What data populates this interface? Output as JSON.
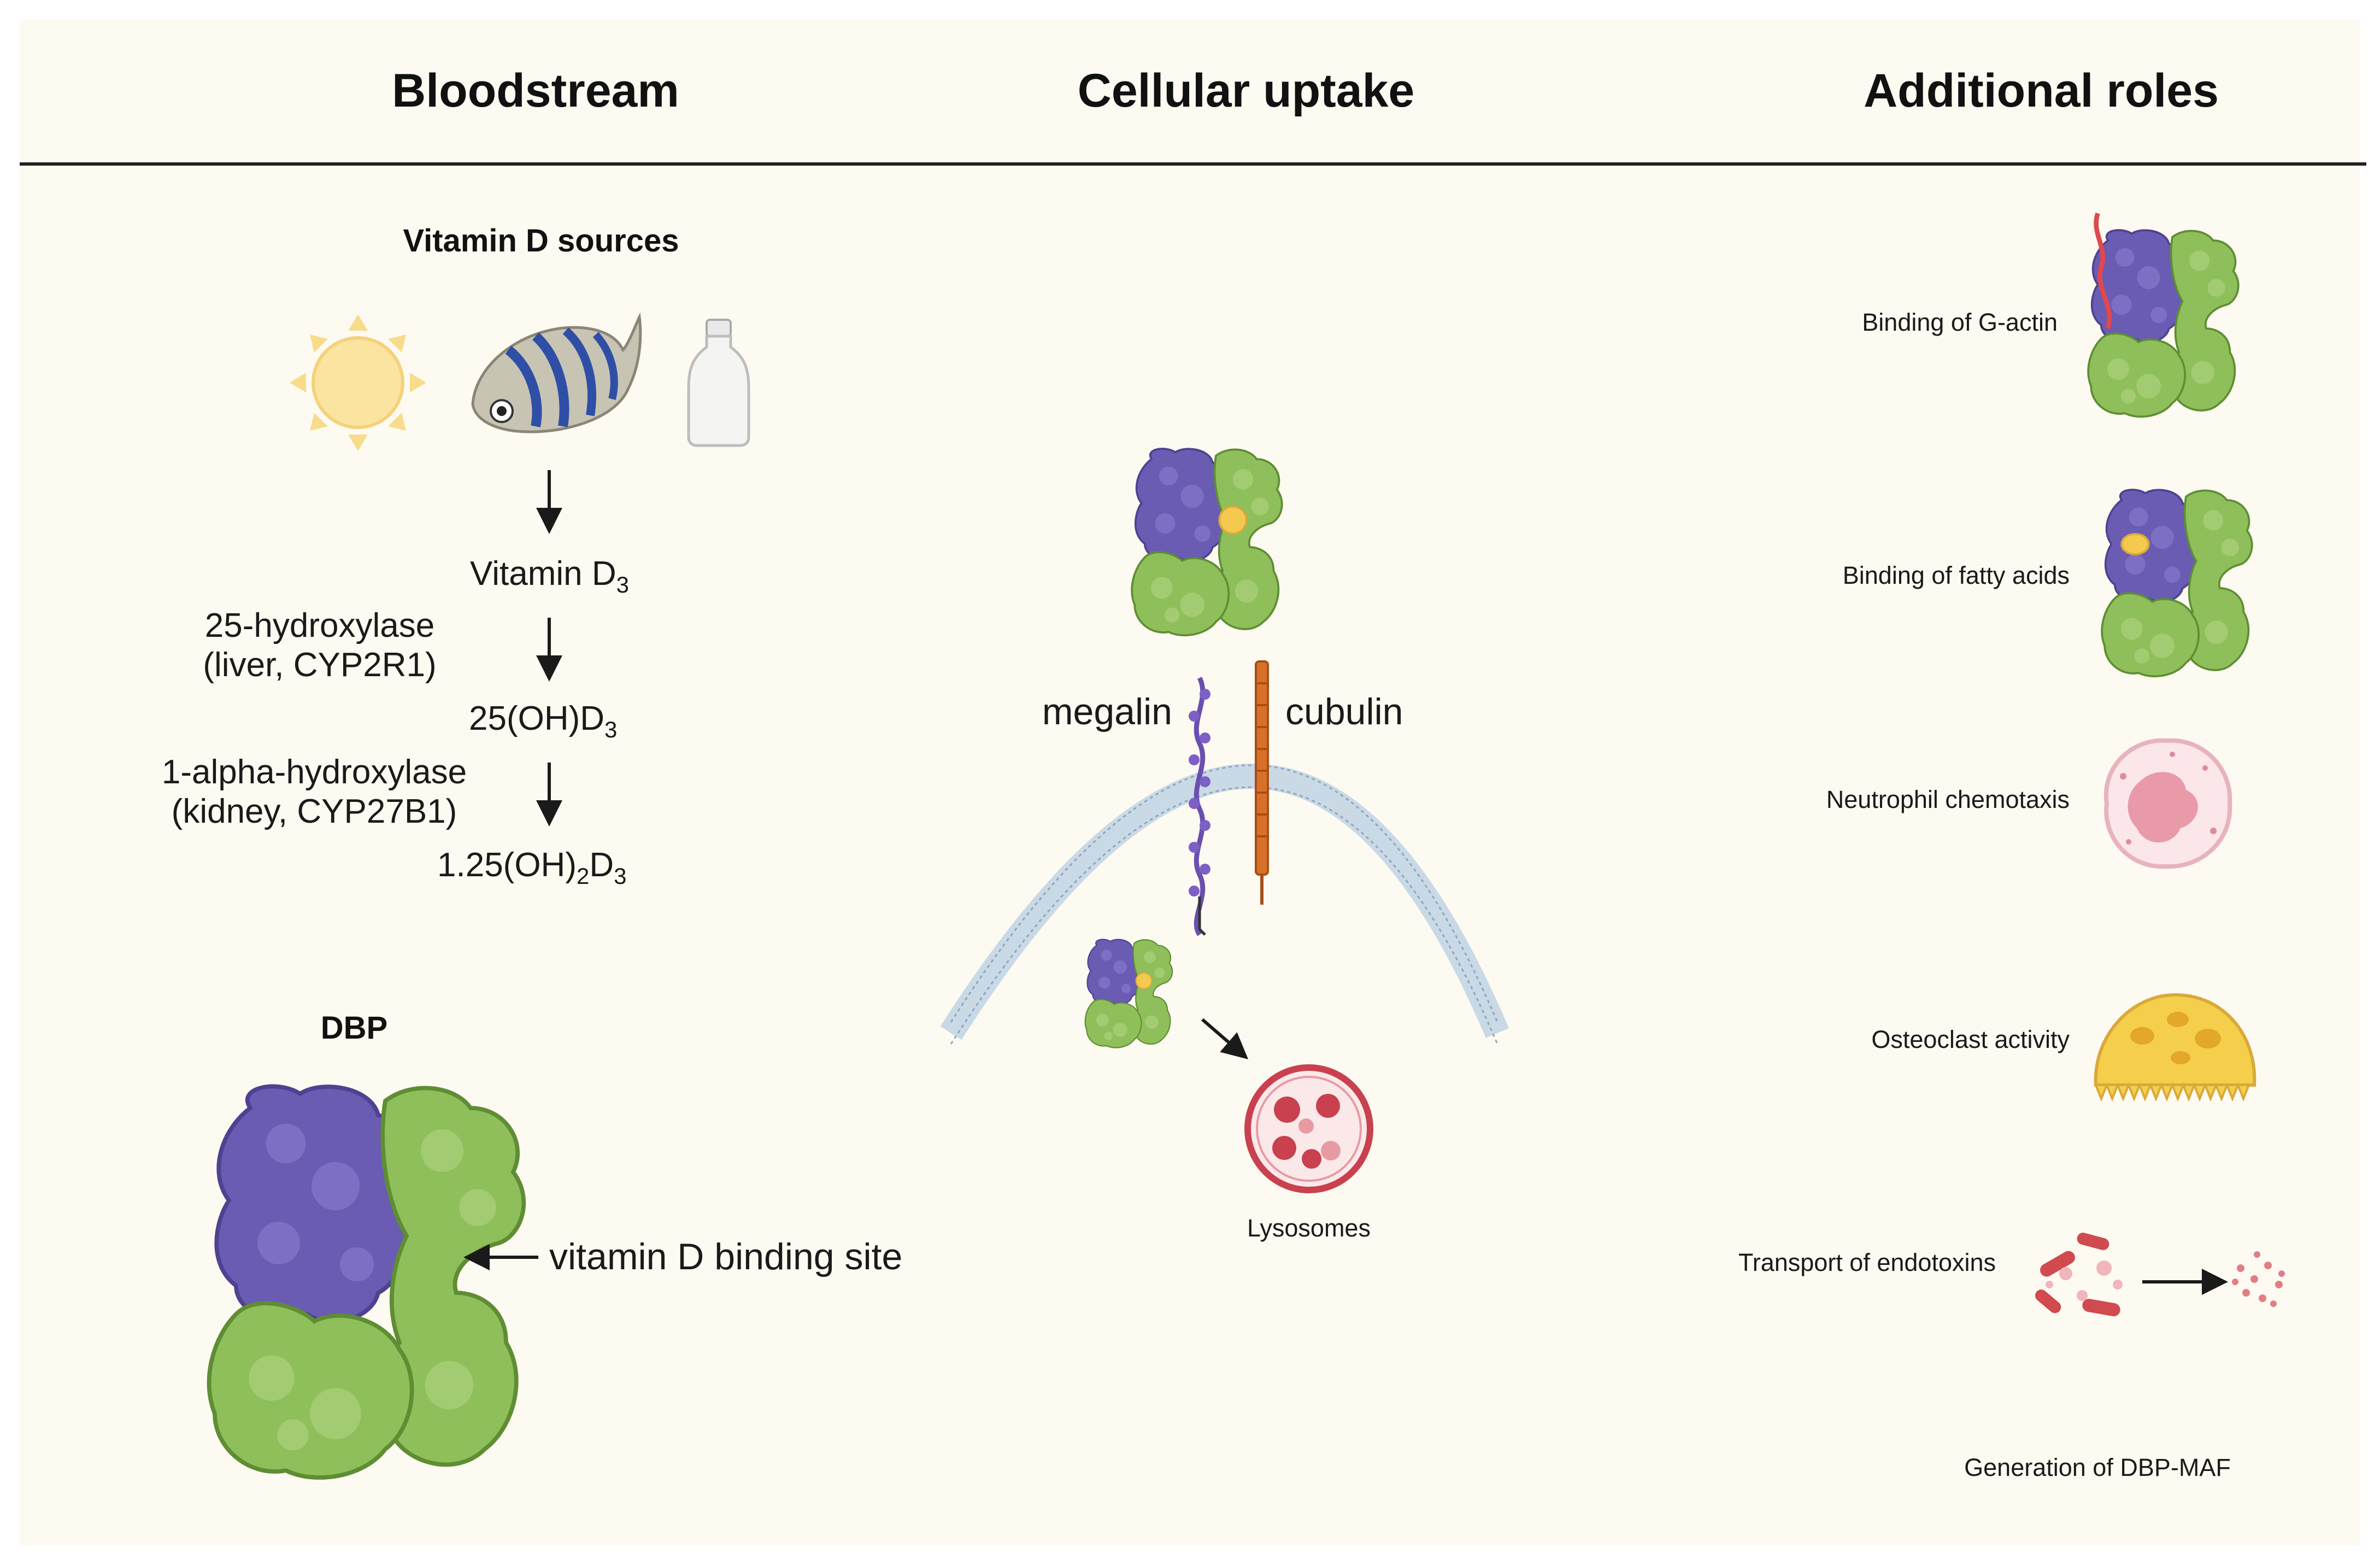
{
  "headers": {
    "bloodstream": "Bloodstream",
    "cellular_uptake": "Cellular uptake",
    "additional_roles": "Additional roles"
  },
  "bloodstream": {
    "sources_title": "Vitamin D sources",
    "source_icons": [
      "sun-icon",
      "fish-icon",
      "milk-bottle-icon"
    ],
    "vitd3_main": "Vitamin D",
    "vitd3_sub": "3",
    "enzyme1_line1": "25-hydroxylase",
    "enzyme1_line2": "(liver, CYP2R1)",
    "oh_d3_main": "25(OH)D",
    "oh_d3_sub": "3",
    "enzyme2_line1": "1-alpha-hydroxylase",
    "enzyme2_line2": "(kidney, CYP27B1)",
    "dihydroxy_main": "1.25(OH)",
    "dihydroxy_sub1": "2",
    "dihydroxy_mid": "D",
    "dihydroxy_sub2": "3",
    "dbp_title": "DBP",
    "binding_site_label": "vitamin D binding site"
  },
  "cellular_uptake": {
    "megalin_label": "megalin",
    "cubulin_label": "cubulin",
    "lysosomes_label": "Lysosomes"
  },
  "additional_roles": {
    "items": [
      {
        "label": "Binding of G-actin",
        "icon": "dbp-g-actin-icon"
      },
      {
        "label": "Binding of fatty acids",
        "icon": "dbp-fatty-acid-icon"
      },
      {
        "label": "Neutrophil chemotaxis",
        "icon": "neutrophil-icon"
      },
      {
        "label": "Osteoclast activity",
        "icon": "osteoclast-icon"
      },
      {
        "label": "Transport of endotoxins",
        "icon": "endotoxin-icon"
      },
      {
        "label": "Generation of DBP-MAF",
        "icon": ""
      }
    ]
  },
  "colors": {
    "background": "#fdfaf1",
    "dbp_purple": "#6a5bb3",
    "dbp_green": "#8fbf5a",
    "vitamin_d_yellow": "#f3c94f",
    "lysosome_red": "#c9414e"
  }
}
